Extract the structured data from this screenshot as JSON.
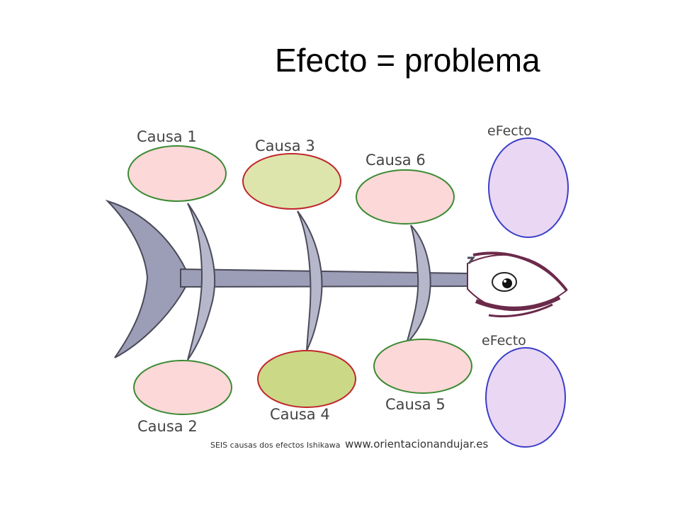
{
  "title": "Efecto = problema",
  "diagram": {
    "causes": [
      {
        "label": "Causa 1"
      },
      {
        "label": "Causa 2"
      },
      {
        "label": "Causa 3"
      },
      {
        "label": "Causa 4"
      },
      {
        "label": "Causa 5"
      },
      {
        "label": "Causa 6"
      }
    ],
    "effects": [
      {
        "label": "eFecto"
      },
      {
        "label": "eFecto"
      }
    ],
    "footer_caption": "SEIS causas dos efectos Ishikawa",
    "footer_url": "www.orientacionandujar.es"
  },
  "colors": {
    "pink_fill": "#fdd8d8",
    "green_fill": "#dde5ad",
    "green_fill_dark": "#cbd886",
    "green_stroke": "#3a8a32",
    "red_stroke": "#c0262b",
    "effect_fill": "#ead7f3",
    "effect_stroke": "#3b3fc7",
    "fish_body": "#9c9db6",
    "fish_outline": "#4a4a5a",
    "head_stroke": "#6b2a4a"
  }
}
